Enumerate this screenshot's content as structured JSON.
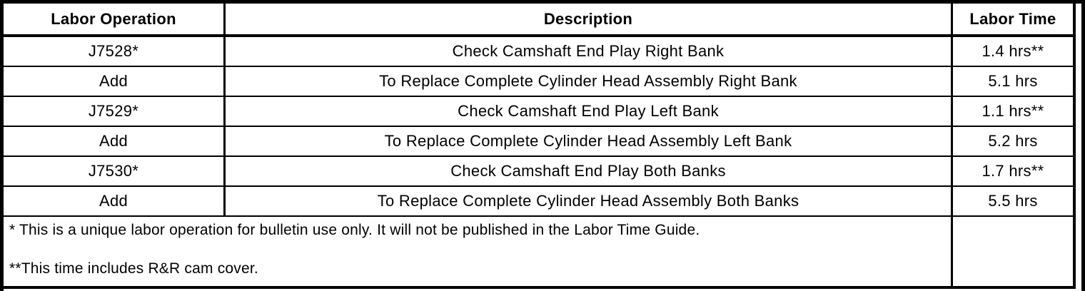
{
  "table": {
    "columns": [
      "Labor Operation",
      "Description",
      "Labor Time"
    ],
    "rows": [
      {
        "operation": "J7528*",
        "description": "Check Camshaft End Play Right Bank",
        "time": "1.4 hrs**"
      },
      {
        "operation": "Add",
        "description": "To Replace Complete Cylinder Head Assembly Right Bank",
        "time": "5.1 hrs"
      },
      {
        "operation": "J7529*",
        "description": "Check Camshaft End Play Left Bank",
        "time": "1.1 hrs**"
      },
      {
        "operation": "Add",
        "description": "To Replace Complete Cylinder Head Assembly Left Bank",
        "time": "5.2 hrs"
      },
      {
        "operation": "J7530*",
        "description": "Check Camshaft End Play Both Banks",
        "time": "1.7 hrs**"
      },
      {
        "operation": "Add",
        "description": "To Replace Complete Cylinder Head Assembly Both Banks",
        "time": "5.5 hrs"
      }
    ],
    "footnotes": [
      "* This is a unique labor operation for bulletin use only. It will not be published in the Labor Time Guide.",
      "**This time includes R&R cam cover."
    ]
  },
  "colors": {
    "border": "#000000",
    "text": "#000000",
    "background": "#ffffff"
  }
}
